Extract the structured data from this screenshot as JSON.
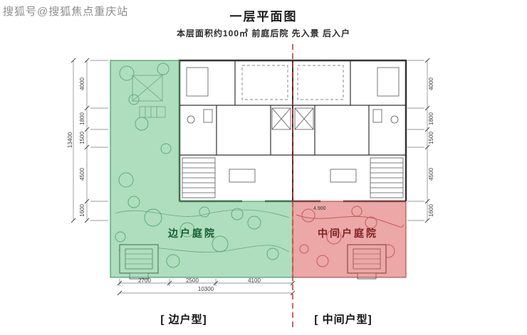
{
  "watermark": "搜狐号@搜狐焦点重庆站",
  "header": {
    "title": "一层平面图",
    "subtitle": "本层面积约100㎡  前庭后院  先入景 后入户"
  },
  "plan": {
    "left_courtyard_label": "边户庭院",
    "right_courtyard_label": "中间户庭院",
    "left_unit_label": "[ 边户型]",
    "right_unit_label": "[ 中间户型]",
    "elevation_note": "4.900",
    "colors": {
      "courtyard_green": "#6cc287",
      "courtyard_red": "#dd5f5f",
      "axis_line_red": "#cc2a2a"
    },
    "dims_left": [
      "4000",
      "1800",
      "1500",
      "4500",
      "1600"
    ],
    "dims_left_total": "13400",
    "dims_right": [
      "4000",
      "1800",
      "1500",
      "4500",
      "1600"
    ],
    "dims_bottom": [
      "2700",
      "2500",
      "4100"
    ],
    "dims_bottom_total": "10300"
  }
}
